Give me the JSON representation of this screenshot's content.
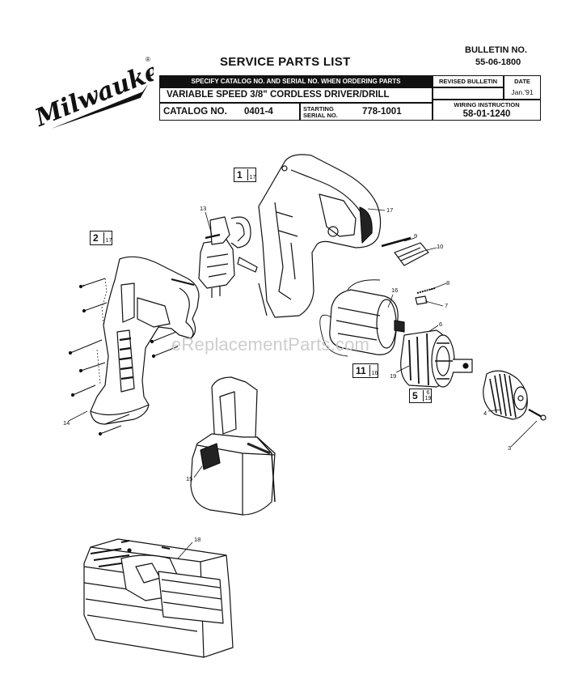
{
  "header": {
    "brand": "Milwaukee",
    "title": "SERVICE PARTS LIST",
    "bulletin_label": "BULLETIN NO.",
    "bulletin_no": "55-06-1800",
    "specify_text": "SPECIFY CATALOG NO. AND SERIAL NO. WHEN ORDERING PARTS",
    "revised_label": "REVISED BULLETIN",
    "date_label": "DATE",
    "date_value": "Jan.'91",
    "product": "VARIABLE SPEED 3/8\" CORDLESS DRIVER/DRILL",
    "wiring_label": "WIRING INSTRUCTION",
    "wiring_no": "58-01-1240",
    "catalog_label": "CATALOG NO.",
    "catalog_no": "0401-4",
    "starting_label_1": "STARTING",
    "starting_label_2": "SERIAL NO.",
    "serial_no": "778-1001"
  },
  "watermark": "eReplacementParts.com",
  "callouts": {
    "c3": "3",
    "c4": "4",
    "c6": "6",
    "c7": "7",
    "c8": "8",
    "c9": "9",
    "c10": "10",
    "c13": "13",
    "c14": "14",
    "c15": "15",
    "c16": "16",
    "c17": "17",
    "c18": "18",
    "c19": "19"
  },
  "boxed": {
    "b1": {
      "n": "1",
      "top": "",
      "bot": "17"
    },
    "b2": {
      "n": "2",
      "top": "",
      "bot": "17"
    },
    "b11": {
      "n": "11",
      "top": "",
      "bot": "16"
    },
    "b5": {
      "n": "5",
      "top": "6",
      "bot": "19"
    }
  }
}
